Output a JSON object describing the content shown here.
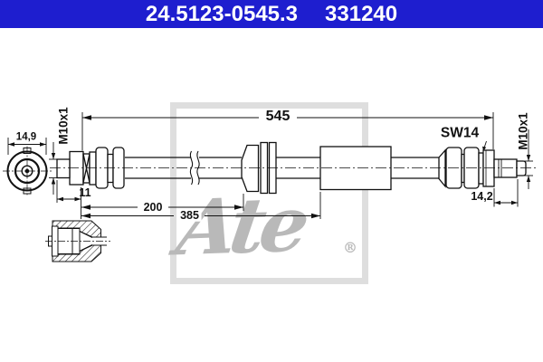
{
  "header": {
    "part_number": "24.5123-0545.3",
    "reference_number": "331240",
    "bg_color": "#1e1ecf",
    "text_color": "#ffffff"
  },
  "drawing": {
    "line_color": "#111111",
    "dimensions": {
      "total_length": "545",
      "left_end_diameter": "14,9",
      "left_thread": "M10x1",
      "left_thread_length": "11",
      "length_to_grommet": "200",
      "length_to_bracket": "385",
      "hex_size": "SW14",
      "right_thread": "M10x1",
      "right_thread_length": "14,2"
    },
    "watermark": {
      "logo_text": "Ate",
      "registered_mark": "®",
      "logo_color": "#b9b9b9",
      "frame_color": "#dedede"
    }
  }
}
